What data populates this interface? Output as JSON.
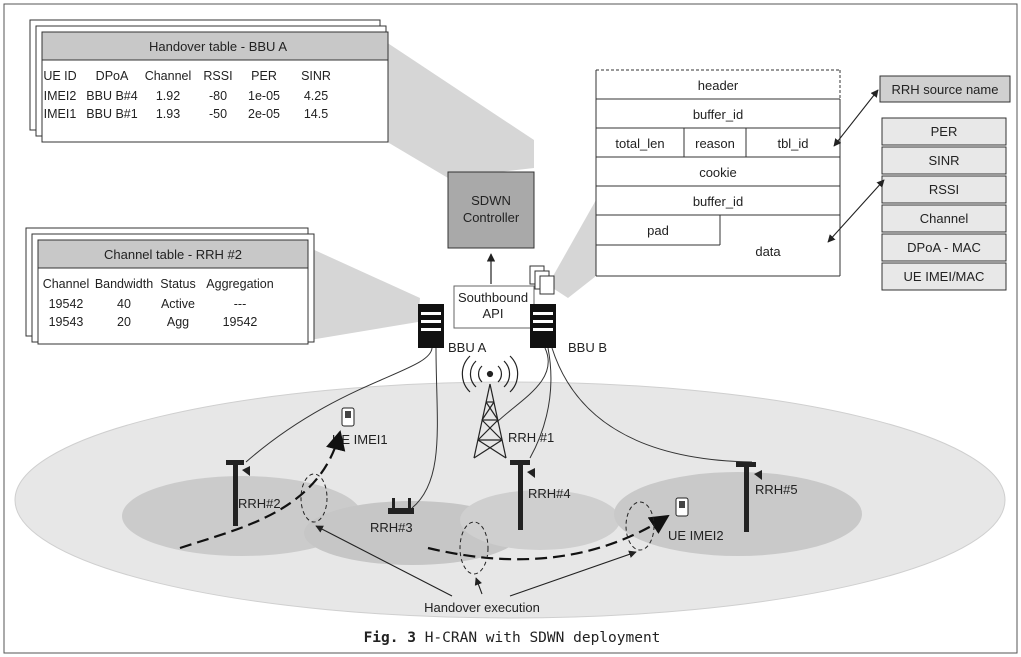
{
  "handover_table": {
    "title": "Handover table - BBU A",
    "headers": [
      "UE ID",
      "DPoA",
      "Channel",
      "RSSI",
      "PER",
      "SINR"
    ],
    "rows": [
      [
        "IMEI2",
        "BBU B#4",
        "1.92",
        "-80",
        "1e-05",
        "4.25"
      ],
      [
        "IMEI1",
        "BBU B#1",
        "1.93",
        "-50",
        "2e-05",
        "14.5"
      ]
    ]
  },
  "channel_table": {
    "title": "Channel table - RRH #2",
    "headers": [
      "Channel",
      "Bandwidth",
      "Status",
      "Aggregation"
    ],
    "rows": [
      [
        "19542",
        "40",
        "Active",
        "---"
      ],
      [
        "19543",
        "20",
        "Agg",
        "19542"
      ]
    ]
  },
  "packet": {
    "header": "header",
    "buffer_id_1": "buffer_id",
    "total_len": "total_len",
    "reason": "reason",
    "tbl_id": "tbl_id",
    "cookie": "cookie",
    "buffer_id_2": "buffer_id",
    "pad": "pad",
    "data": "data"
  },
  "rrh_source_name": "RRH source name",
  "fields": [
    "PER",
    "SINR",
    "RSSI",
    "Channel",
    "DPoA - MAC",
    "UE IMEI/MAC"
  ],
  "controller": {
    "line1": "SDWN",
    "line2": "Controller"
  },
  "southbound": {
    "line1": "Southbound",
    "line2": "API"
  },
  "bbu_a": "BBU A",
  "bbu_b": "BBU B",
  "rrh1": "RRH #1",
  "rrh2": "RRH#2",
  "rrh3": "RRH#3",
  "rrh4": "RRH#4",
  "rrh5": "RRH#5",
  "ue1": "UE IMEI1",
  "ue2": "UE IMEI2",
  "handover": "Handover execution",
  "caption": {
    "prefix": "Fig. 3",
    "text": " H-CRAN with SDWN deployment"
  },
  "colors": {
    "header_gray": "#c8c8c8",
    "panel_gray": "#d4d4d4",
    "field_gray": "#e8e8e8",
    "ellipse_outer": "#e6e6e6",
    "ellipse_inner": "#c9c9c9",
    "controller": "#a9a9a9"
  }
}
